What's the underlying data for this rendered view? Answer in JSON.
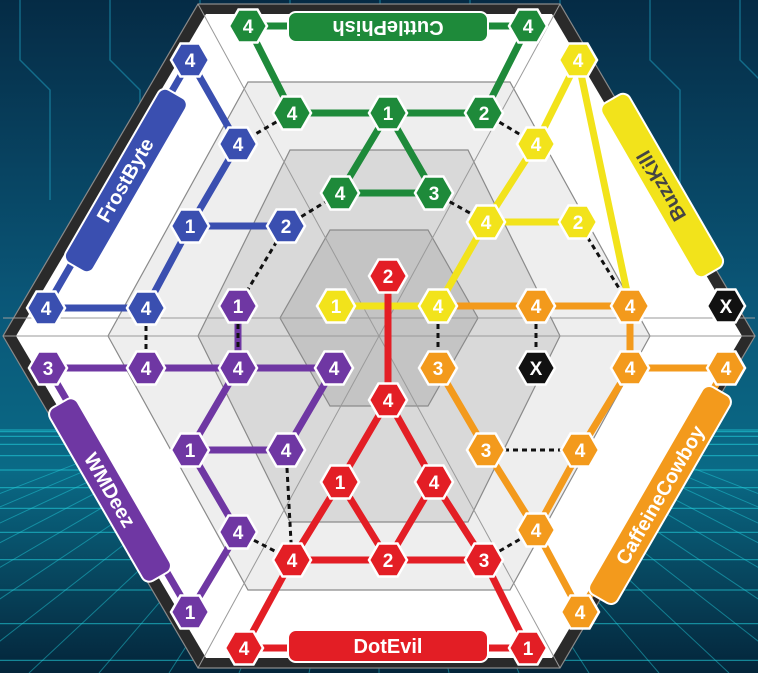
{
  "game": {
    "players": [
      {
        "name": "CuttlePhish",
        "color": "#1e8a3a"
      },
      {
        "name": "FrostByte",
        "color": "#3a4fb0"
      },
      {
        "name": "BuzzKill",
        "color": "#f2e31b"
      },
      {
        "name": "WMDeez",
        "color": "#6f37a3"
      },
      {
        "name": "CaffeineCowboy",
        "color": "#f39a1c"
      },
      {
        "name": "DotEvil",
        "color": "#e31e25"
      }
    ],
    "nodes": [
      {
        "id": "g1",
        "owner": "CuttlePhish",
        "value": "4"
      },
      {
        "id": "g2",
        "owner": "CuttlePhish",
        "value": "4"
      },
      {
        "id": "g3",
        "owner": "CuttlePhish",
        "value": "4"
      },
      {
        "id": "g4",
        "owner": "CuttlePhish",
        "value": "1"
      },
      {
        "id": "g5",
        "owner": "CuttlePhish",
        "value": "2"
      },
      {
        "id": "g6",
        "owner": "CuttlePhish",
        "value": "4"
      },
      {
        "id": "g7",
        "owner": "CuttlePhish",
        "value": "3"
      },
      {
        "id": "b1",
        "owner": "FrostByte",
        "value": "4"
      },
      {
        "id": "b2",
        "owner": "FrostByte",
        "value": "4"
      },
      {
        "id": "b3",
        "owner": "FrostByte",
        "value": "1"
      },
      {
        "id": "b4",
        "owner": "FrostByte",
        "value": "2"
      },
      {
        "id": "b5",
        "owner": "FrostByte",
        "value": "4"
      },
      {
        "id": "b6",
        "owner": "FrostByte",
        "value": "4"
      },
      {
        "id": "y1",
        "owner": "BuzzKill",
        "value": "4"
      },
      {
        "id": "y2",
        "owner": "BuzzKill",
        "value": "4"
      },
      {
        "id": "y3",
        "owner": "BuzzKill",
        "value": "4"
      },
      {
        "id": "y4",
        "owner": "BuzzKill",
        "value": "2"
      },
      {
        "id": "y5",
        "owner": "BuzzKill",
        "value": "4"
      },
      {
        "id": "y6",
        "owner": "BuzzKill",
        "value": "1"
      },
      {
        "id": "p1",
        "owner": "WMDeez",
        "value": "1"
      },
      {
        "id": "p2",
        "owner": "WMDeez",
        "value": "3"
      },
      {
        "id": "p3",
        "owner": "WMDeez",
        "value": "4"
      },
      {
        "id": "p4",
        "owner": "WMDeez",
        "value": "4"
      },
      {
        "id": "p5",
        "owner": "WMDeez",
        "value": "4"
      },
      {
        "id": "p6",
        "owner": "WMDeez",
        "value": "1"
      },
      {
        "id": "p7",
        "owner": "WMDeez",
        "value": "4"
      },
      {
        "id": "p8",
        "owner": "WMDeez",
        "value": "4"
      },
      {
        "id": "p9",
        "owner": "WMDeez",
        "value": "1"
      },
      {
        "id": "o1",
        "owner": "CaffeineCowboy",
        "value": "4"
      },
      {
        "id": "o2",
        "owner": "CaffeineCowboy",
        "value": "4"
      },
      {
        "id": "o3",
        "owner": "CaffeineCowboy",
        "value": "3"
      },
      {
        "id": "o4",
        "owner": "CaffeineCowboy",
        "value": "4"
      },
      {
        "id": "o5",
        "owner": "CaffeineCowboy",
        "value": "4"
      },
      {
        "id": "o6",
        "owner": "CaffeineCowboy",
        "value": "3"
      },
      {
        "id": "o7",
        "owner": "CaffeineCowboy",
        "value": "4"
      },
      {
        "id": "o8",
        "owner": "CaffeineCowboy",
        "value": "4"
      },
      {
        "id": "o9",
        "owner": "CaffeineCowboy",
        "value": "4"
      },
      {
        "id": "r1",
        "owner": "DotEvil",
        "value": "2"
      },
      {
        "id": "r2",
        "owner": "DotEvil",
        "value": "4"
      },
      {
        "id": "r3",
        "owner": "DotEvil",
        "value": "1"
      },
      {
        "id": "r4",
        "owner": "DotEvil",
        "value": "4"
      },
      {
        "id": "r5",
        "owner": "DotEvil",
        "value": "4"
      },
      {
        "id": "r6",
        "owner": "DotEvil",
        "value": "2"
      },
      {
        "id": "r7",
        "owner": "DotEvil",
        "value": "3"
      },
      {
        "id": "r8",
        "owner": "DotEvil",
        "value": "4"
      },
      {
        "id": "r9",
        "owner": "DotEvil",
        "value": "1"
      },
      {
        "id": "x1",
        "owner": "blocked",
        "value": "X"
      },
      {
        "id": "x2",
        "owner": "blocked",
        "value": "X"
      }
    ]
  },
  "colors": {
    "background": "#063a56",
    "grid_glow": "#23d3e0",
    "board_outer": "#ffffff",
    "board_grey": "#c8c8c8",
    "blocked": "#111111"
  }
}
